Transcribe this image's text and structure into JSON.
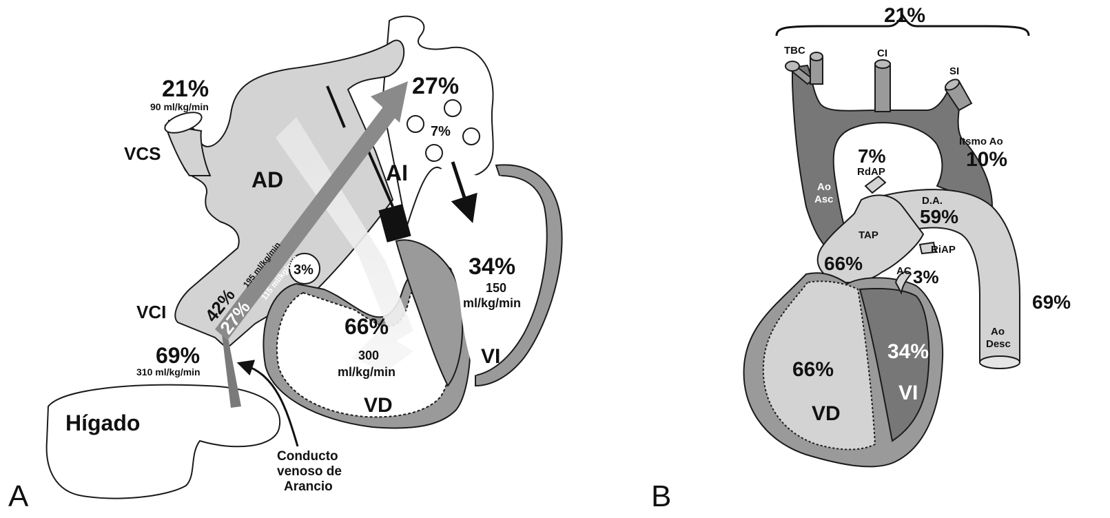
{
  "panel_a": {
    "letter": "A",
    "vcs_percent": "21%",
    "vcs_flow": "90 ml/kg/min",
    "vcs_label": "VCS",
    "ad_label": "AD",
    "ai_label": "AI",
    "ai_percent": "27%",
    "ai_inner_percent": "7%",
    "vci_label": "VCI",
    "vci_percent": "69%",
    "vci_flow": "310 ml/kg/min",
    "stream_42_percent": "42%",
    "stream_42_flow": "195 ml/kg/min",
    "stream_27_percent": "27%",
    "stream_27_flow": "115 ml/kg/min",
    "coronary_percent": "3%",
    "vd_percent": "66%",
    "vd_flow_1": "300",
    "vd_flow_2": "ml/kg/min",
    "vd_label": "VD",
    "vi_percent": "34%",
    "vi_flow_1": "150",
    "vi_flow_2": "ml/kg/min",
    "vi_label": "VI",
    "liver_label": "Hígado",
    "ductus_line_1": "Conducto",
    "ductus_line_2": "venoso de",
    "ductus_line_3": "Arancio"
  },
  "panel_b": {
    "letter": "B",
    "top_percent": "21%",
    "tbc_label": "TBC",
    "ci_label": "CI",
    "si_label": "SI",
    "isthmus_label": "Itsmo Ao",
    "isthmus_percent": "10%",
    "rdap_percent": "7%",
    "rdap_label": "RdAP",
    "ao_asc_1": "Ao",
    "ao_asc_2": "Asc",
    "da_label": "D.A.",
    "da_percent": "59%",
    "tap_label": "TAP",
    "riap_label": "RiAP",
    "tap_percent": "66%",
    "ac_label": "AC",
    "ac_percent": "3%",
    "ao_desc_percent": "69%",
    "ao_desc_1": "Ao",
    "ao_desc_2": "Desc",
    "rv_percent": "66%",
    "rv_label": "VD",
    "lv_percent": "34%",
    "lv_label": "VI"
  },
  "colors": {
    "light_gray": "#d0d0d0",
    "mid_gray": "#9a9a9a",
    "dark_gray": "#777777",
    "arrow_gray": "#8a8a8a",
    "outline": "#1a1a1a"
  }
}
